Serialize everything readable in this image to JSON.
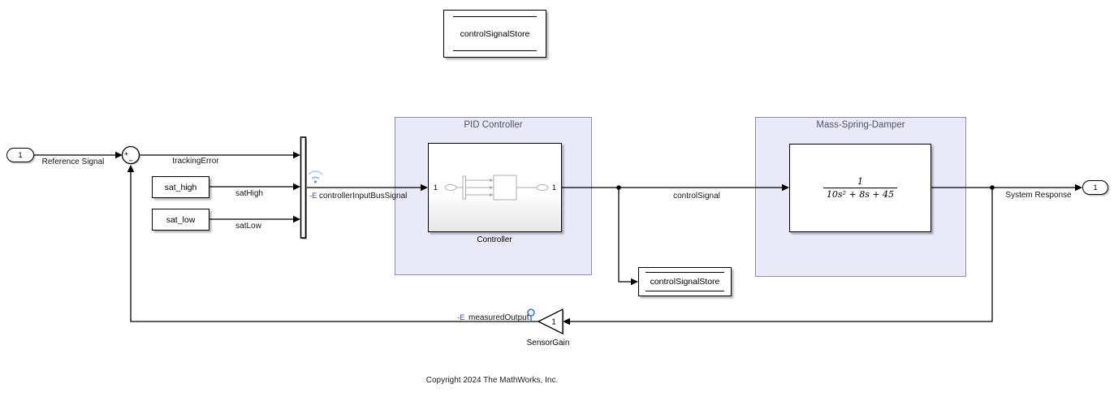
{
  "areas": {
    "pid": {
      "title": "PID Controller"
    },
    "mass_spring_damper": {
      "title": "Mass-Spring-Damper"
    }
  },
  "blocks": {
    "data_store_memory": {
      "label": "controlSignalStore"
    },
    "data_store_write": {
      "label": "controlSignalStore"
    },
    "inport": {
      "port": "1"
    },
    "outport": {
      "port": "1"
    },
    "sum": {
      "plus": "+",
      "minus": "−"
    },
    "sat_high": {
      "label": "sat_high"
    },
    "sat_low": {
      "label": "sat_low"
    },
    "controller": {
      "label": "Controller",
      "port_in": "1",
      "port_out": "1"
    },
    "transfer_fcn": {
      "numerator": "1",
      "denominator": "10s² + 8s + 45"
    },
    "sensor_gain": {
      "label": "SensorGain",
      "gain": "1"
    }
  },
  "signals": {
    "reference": "Reference Signal",
    "tracking_error": "trackingError",
    "sat_high": "satHigh",
    "sat_low": "satLow",
    "controller_input_bus": "controllerInputBusSignal",
    "control_signal": "controlSignal",
    "system_response": "System Response",
    "measured_output": "measuredOutput"
  },
  "badges": {
    "log": "-E"
  },
  "footer": {
    "copyright": "Copyright 2024 The MathWorks, Inc."
  }
}
